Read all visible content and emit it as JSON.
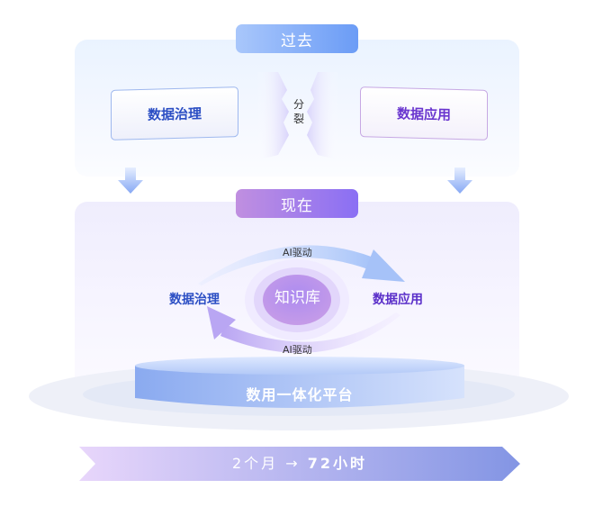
{
  "past": {
    "label": "过去",
    "left_card": "数据治理",
    "right_card": "数据应用",
    "split_chars": [
      "分",
      "裂"
    ]
  },
  "now": {
    "label": "现在",
    "left_label": "数据治理",
    "right_label": "数据应用",
    "center": "知识库",
    "top_arrow_label": "AI驱动",
    "bottom_arrow_label": "AI驱动",
    "platform": "数用一体化平台"
  },
  "banner": {
    "from": "2个月",
    "arrow": "→",
    "to": "72小时"
  },
  "colors": {
    "past_accent": "#6b9cf6",
    "now_accent": "#8a6ff4",
    "governance_text": "#2c4fc4",
    "application_text": "#6a36cf"
  }
}
